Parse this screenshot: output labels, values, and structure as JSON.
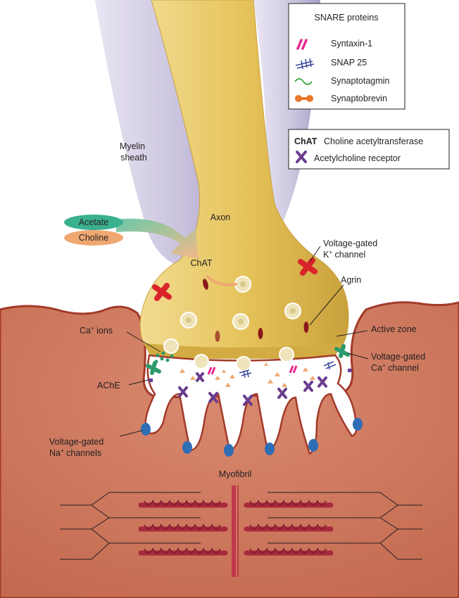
{
  "legend_snare": {
    "title": "SNARE proteins",
    "items": [
      {
        "label": "Syntaxin-1",
        "icon": "syntaxin-icon",
        "color": "#e6268f"
      },
      {
        "label": "SNAP 25",
        "icon": "snap25-icon",
        "color": "#3b4aa0"
      },
      {
        "label": "Synaptotagmin",
        "icon": "synaptotagmin-icon",
        "color": "#4caf50"
      },
      {
        "label": "Synaptobrevin",
        "icon": "synaptobrevin-icon",
        "color": "#e8782a"
      }
    ]
  },
  "legend_other": {
    "chat_abbr": "ChAT",
    "chat_full": "Choline acetyltransferase",
    "receptor_label": "Acetylcholine receptor",
    "receptor_color": "#6a3d8f"
  },
  "labels": {
    "myelin_1": "Myelin",
    "myelin_2": "sheath",
    "axon": "Axon",
    "acetate": "Acetate",
    "choline": "Choline",
    "chat": "ChAT",
    "k_channel_1": "Voltage-gated",
    "k_channel_2": "K",
    "k_channel_sup": "+",
    "k_channel_3": " channel",
    "agrin": "Agrin",
    "active_zone": "Active zone",
    "ca_ions": "Ca",
    "ca_ions_sup": "+",
    "ca_ions_2": " ions",
    "ca_channel_1": "Voltage-gated",
    "ca_channel_2": "Ca",
    "ca_channel_sup": "+",
    "ca_channel_3": " channel",
    "ache": "AChE",
    "na_channel_1": "Voltage-gated",
    "na_channel_2": "Na",
    "na_channel_sup": "+",
    "na_channel_3": " channels",
    "myofibril": "Myofibril"
  },
  "colors": {
    "muscle": "#c9735a",
    "muscle_edge": "#a23a2a",
    "terminal": "#e3c054",
    "axon": "#e9cd72",
    "myelin": "#b9b3cf",
    "acetate_fill": "#3bb08f",
    "choline_fill": "#f0a872",
    "k_channel": "#d9242b",
    "na_channel": "#2f6db5",
    "fibril": "#a8283e"
  }
}
